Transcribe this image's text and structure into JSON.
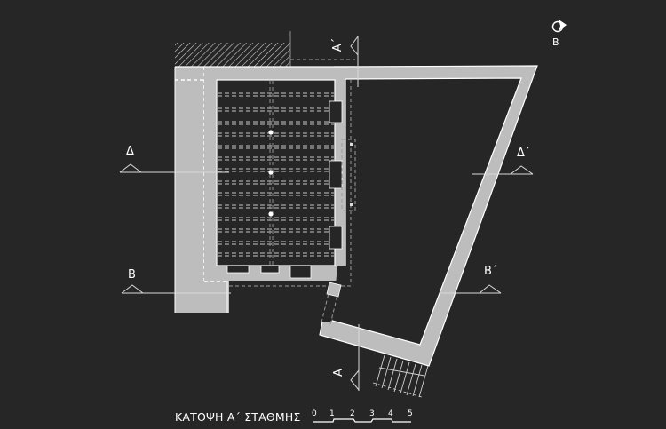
{
  "drawing": {
    "title": "ΚΑΤΟΨΗ Α΄ ΣΤΑΘΜΗΣ",
    "north_label": "Β",
    "north_icon": "north-arrow-icon",
    "scale_bar": {
      "ticks": [
        "0",
        "1",
        "2",
        "3",
        "4",
        "5"
      ],
      "unit": "m"
    },
    "section_markers": [
      {
        "id": "A",
        "label": "Α",
        "position": "bottom"
      },
      {
        "id": "A_prime",
        "label": "Α΄",
        "position": "top"
      },
      {
        "id": "B",
        "label": "Β",
        "position": "left"
      },
      {
        "id": "B_prime",
        "label": "Β΄",
        "position": "right"
      },
      {
        "id": "D",
        "label": "Δ",
        "position": "left"
      },
      {
        "id": "D_prime",
        "label": "Δ΄",
        "position": "right"
      }
    ],
    "colors": {
      "background": "#262626",
      "wall_fill": "#bdbdbd",
      "line": "#ffffff",
      "dashed": "#9a9a9a"
    }
  }
}
